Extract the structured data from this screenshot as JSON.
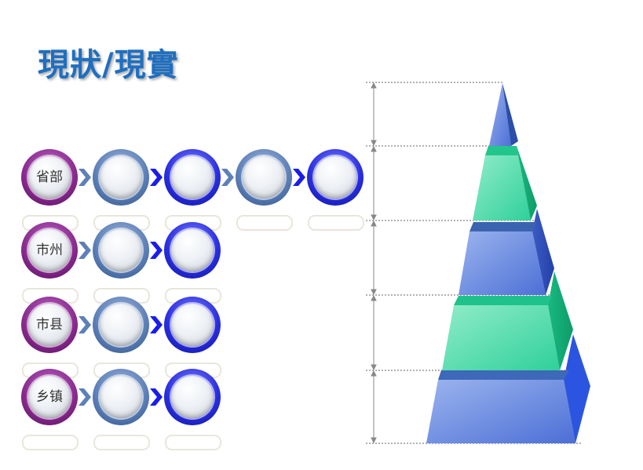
{
  "title": "現狀/現實",
  "rows": [
    {
      "label": "省部",
      "nodes": [
        "purple",
        "steel",
        "blue",
        "steel",
        "blue"
      ]
    },
    {
      "label": "市州",
      "nodes": [
        "purple",
        "steel",
        "blue"
      ]
    },
    {
      "label": "市县",
      "nodes": [
        "purple",
        "steel",
        "blue"
      ]
    },
    {
      "label": "乡镇",
      "nodes": [
        "purple",
        "steel",
        "blue"
      ]
    }
  ],
  "pyramid_levels": 5
}
